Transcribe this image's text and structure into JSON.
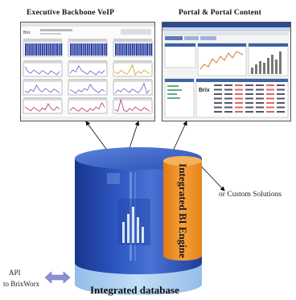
{
  "screens": {
    "left_title": "Executive Backbone VoIP",
    "right_title": "Portal & Portal Content"
  },
  "engine_label": "Integrated BI Engine",
  "database_label": "Integrated database",
  "custom_solutions_label": "or Custom Solutions",
  "api_label_line1": "API",
  "api_label_line2": "to BrixWorx",
  "colors": {
    "cylinder_dark": "#1f3fa0",
    "cylinder_light": "#4a73d6",
    "engine_orange": "#f28c1c",
    "database_band": "#a9cdf0",
    "arrow_purple": "#8d8fd4"
  }
}
